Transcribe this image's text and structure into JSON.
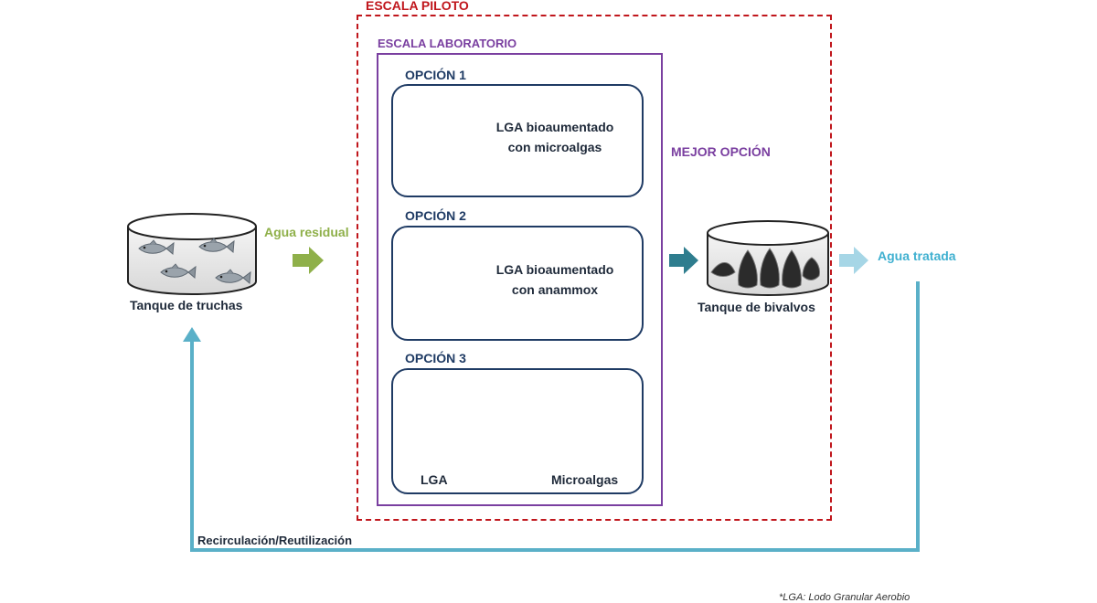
{
  "pilot_scale_label": "ESCALA PILOTO",
  "lab_scale_label": "ESCALA LABORATORIO",
  "options": [
    {
      "title": "OPCIÓN 1",
      "line1": "LGA bioaumentado",
      "line2": "con microalgas"
    },
    {
      "title": "OPCIÓN 2",
      "line1": "LGA bioaumentado",
      "line2": "con anammox"
    },
    {
      "title": "OPCIÓN 3",
      "left_label": "LGA",
      "right_label": "Microalgas"
    }
  ],
  "best_option_label": "MEJOR OPCIÓN",
  "trout_tank_label": "Tanque de truchas",
  "wastewater_label": "Agua residual",
  "bivalve_tank_label": "Tanque de bivalvos",
  "treated_water_label": "Agua tratada",
  "recirculation_label": "Recirculación/Reutilización",
  "footnote": "*LGA: Lodo Granular Aerobio",
  "colors": {
    "pilot": "#c0161c",
    "lab": "#7a3fa0",
    "option_border": "#1f3b64",
    "wastewater": "#8fb04a",
    "treated": "#3fb0d0",
    "recirculation": "#5ab0c8",
    "dark_arrow": "#2e7d8e",
    "granule_fill": "#f7c9a8",
    "microalgae_fill": "#c8dca0"
  }
}
